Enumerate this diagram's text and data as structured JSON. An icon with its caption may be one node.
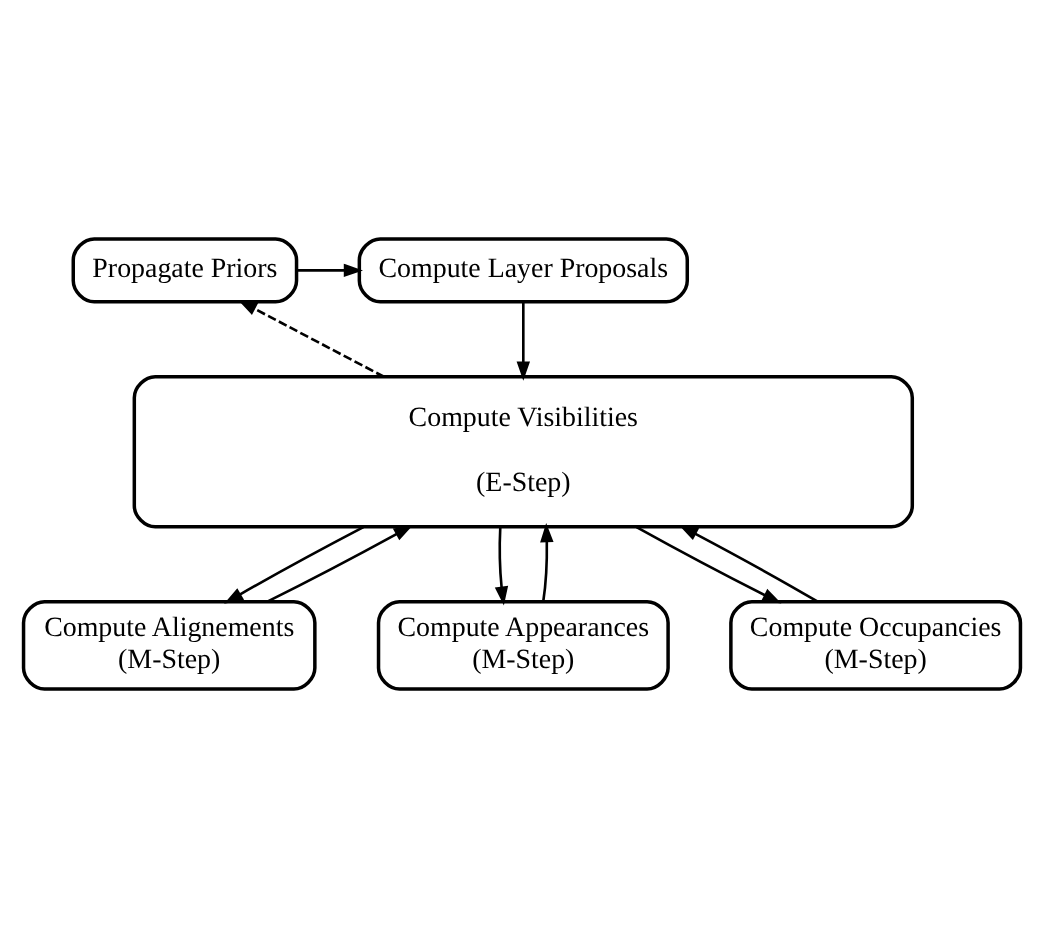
{
  "diagram": {
    "nodes": [
      {
        "text": [
          "Compute Layer Proposals"
        ]
      },
      {
        "text": [
          "Propagate Priors"
        ]
      },
      {
        "text": [
          "Compute Visibilities",
          "(E-Step)"
        ]
      },
      {
        "text": [
          "Compute Alignements",
          "(M-Step)"
        ]
      },
      {
        "text": [
          "Compute Appearances",
          "(M-Step)"
        ]
      },
      {
        "text": [
          "Compute Occupancies",
          "(M-Step)"
        ]
      }
    ],
    "edges": [
      {
        "from": 1,
        "to": 0,
        "arrow": "to"
      },
      {
        "from": 0,
        "to": 2,
        "arrow": "to"
      },
      {
        "from": 2,
        "to": 1,
        "arrow": "to",
        "style": "dashed"
      },
      {
        "from": 3,
        "to": 2,
        "arrow": "to"
      },
      {
        "from": 2,
        "to": 3,
        "arrow": "to"
      },
      {
        "from": 4,
        "to": 2,
        "arrow": "to"
      },
      {
        "from": 2,
        "to": 4,
        "arrow": "to"
      },
      {
        "from": 5,
        "to": 2,
        "arrow": "to"
      },
      {
        "from": 2,
        "to": 5,
        "arrow": "to"
      }
    ]
  }
}
